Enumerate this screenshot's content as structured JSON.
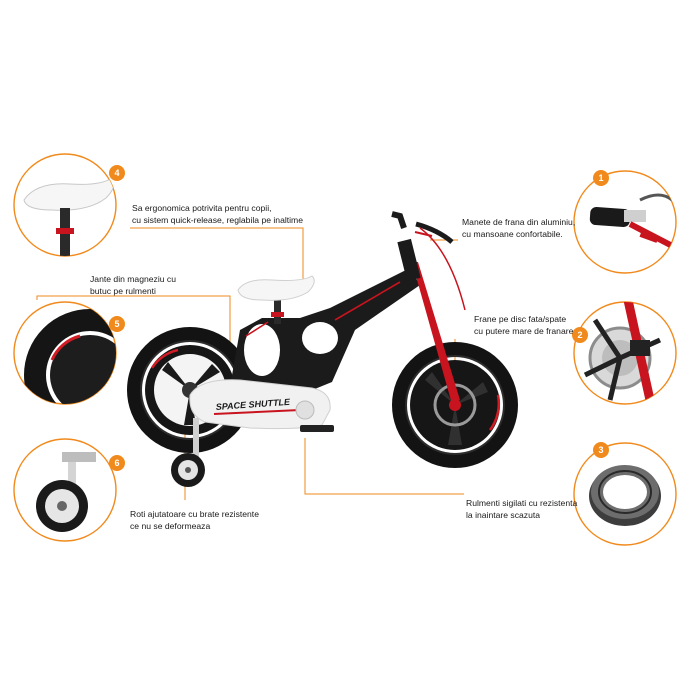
{
  "features": [
    {
      "number": "1",
      "line1": "Manete de frana din aluminiu,",
      "line2": "cu mansoane confortabile."
    },
    {
      "number": "2",
      "line1": "Frane pe disc fata/spate",
      "line2": "cu putere mare de franare"
    },
    {
      "number": "3",
      "line1": "Rulmenti sigilati cu rezistenta",
      "line2": "la inaintare scazuta"
    },
    {
      "number": "4",
      "line1": "Sa ergonomica potrivita pentru copii,",
      "line2": "cu sistem quick-release, reglabila pe inaltime"
    },
    {
      "number": "5",
      "line1": "Jante din magneziu cu",
      "line2": "butuc pe rulmenti"
    },
    {
      "number": "6",
      "line1": "Roti ajutatoare cu brate rezistente",
      "line2": "ce nu se deformeaza"
    }
  ],
  "bike": {
    "brand_text": "SPACE SHUTTLE"
  },
  "colors": {
    "accent": "#f18a1c",
    "frame": "#1b1b1b",
    "fork": "#c8141e",
    "tire": "#121212"
  }
}
